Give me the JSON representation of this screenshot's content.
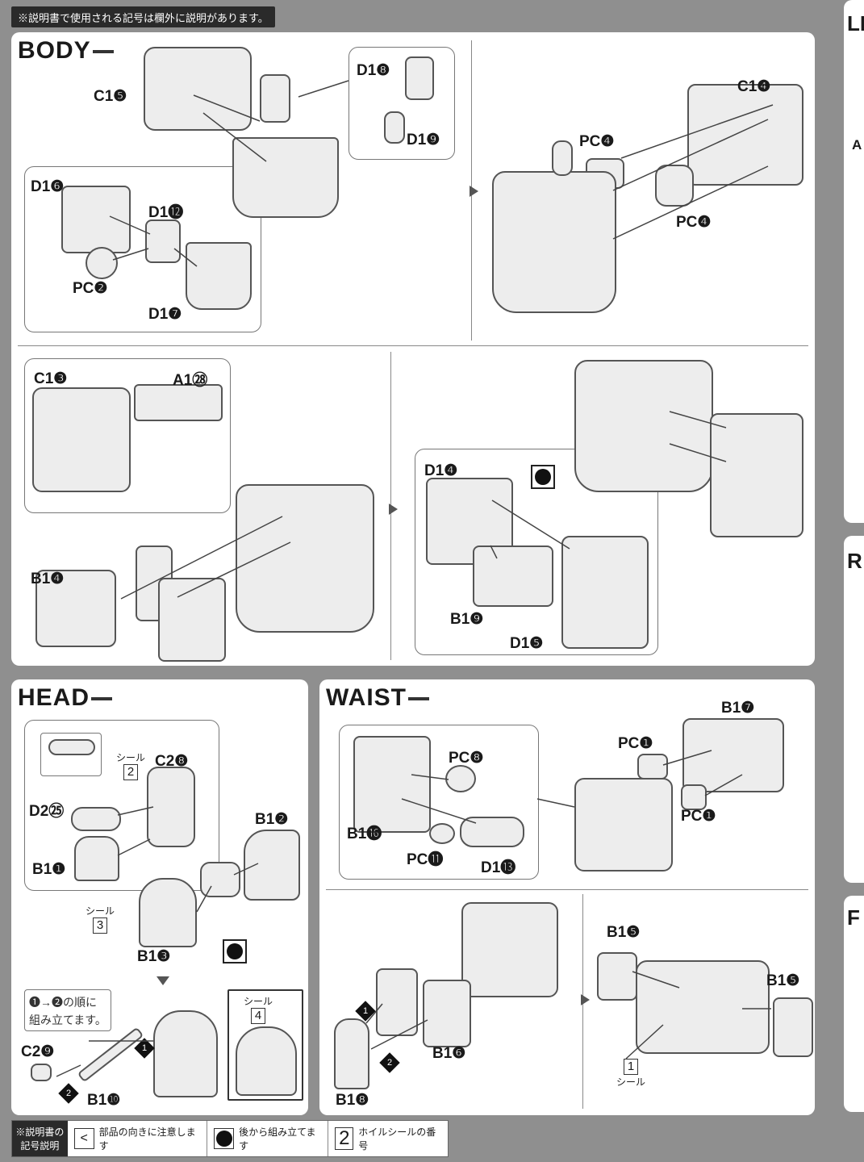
{
  "top_note": "※説明書で使用される記号は欄外に説明があります。",
  "sections": {
    "body": "BODY",
    "head": "HEAD",
    "waist": "WAIST"
  },
  "right_strip": {
    "t1": "LI",
    "a": "A",
    "t2": "R",
    "t3": "F"
  },
  "body": {
    "step1": {
      "c15": "C1❺",
      "d18": "D1❽",
      "d19": "D1❾",
      "d16": "D1❻",
      "d112": "D1⓬",
      "pc2": "PC❷",
      "d17": "D1❼"
    },
    "step2": {
      "c14": "C1❹",
      "pc4a": "PC❹",
      "pc4b": "PC❹"
    },
    "step3": {
      "c13": "C1❸",
      "a128": "A1㉘",
      "b14": "B1❹"
    },
    "step4": {
      "d14": "D1❹",
      "b19": "B1❾",
      "d15": "D1❺"
    }
  },
  "head": {
    "sticker_word": "シール",
    "sticker2": "2",
    "sticker3": "3",
    "sticker4": "4",
    "c28": "C2❽",
    "d225": "D2㉕",
    "b11": "B1❶",
    "b12": "B1❷",
    "b13": "B1❸",
    "order_note_1": "❶→❷の順に",
    "order_note_2": "組み立てます。",
    "c29": "C2❾",
    "b110": "B1❿",
    "badge1": "1",
    "badge2": "2"
  },
  "waist": {
    "pc8": "PC❽",
    "b116a": "B1⓰",
    "pc11": "PC⓫",
    "d113": "D1⓭",
    "b17": "B1❼",
    "pc1a": "PC❶",
    "pc1b": "PC❶",
    "b16": "B1❻",
    "b18": "B1❽",
    "b15a": "B1❺",
    "b15b": "B1❺",
    "sticker1": "1",
    "sticker_word": "シール",
    "badge1": "1",
    "badge2": "2"
  },
  "legend": {
    "header": "※説明書の記号説明",
    "item1_symbol": "<",
    "item1_text": "部品の向きに注意します",
    "item2_text": "後から組み立てます",
    "item3_symbol": "2",
    "item3_text": "ホイルシールの番号"
  }
}
